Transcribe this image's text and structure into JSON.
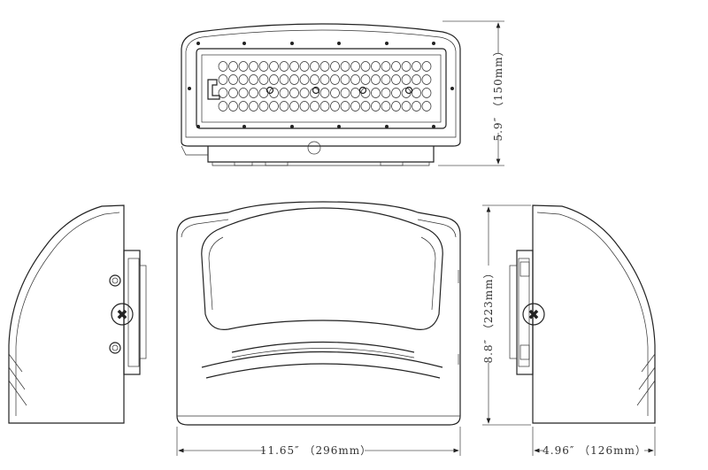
{
  "drawing": {
    "front_view": {
      "height_label": "5.9″ （150mm）"
    },
    "main_view": {
      "width_label": "11.65″ （296mm）"
    },
    "side_view": {
      "height_label": "8.8″ （223mm）",
      "depth_label": "4.96″ （126mm）"
    },
    "led_array": {
      "rows": 4,
      "columns": 21
    }
  }
}
